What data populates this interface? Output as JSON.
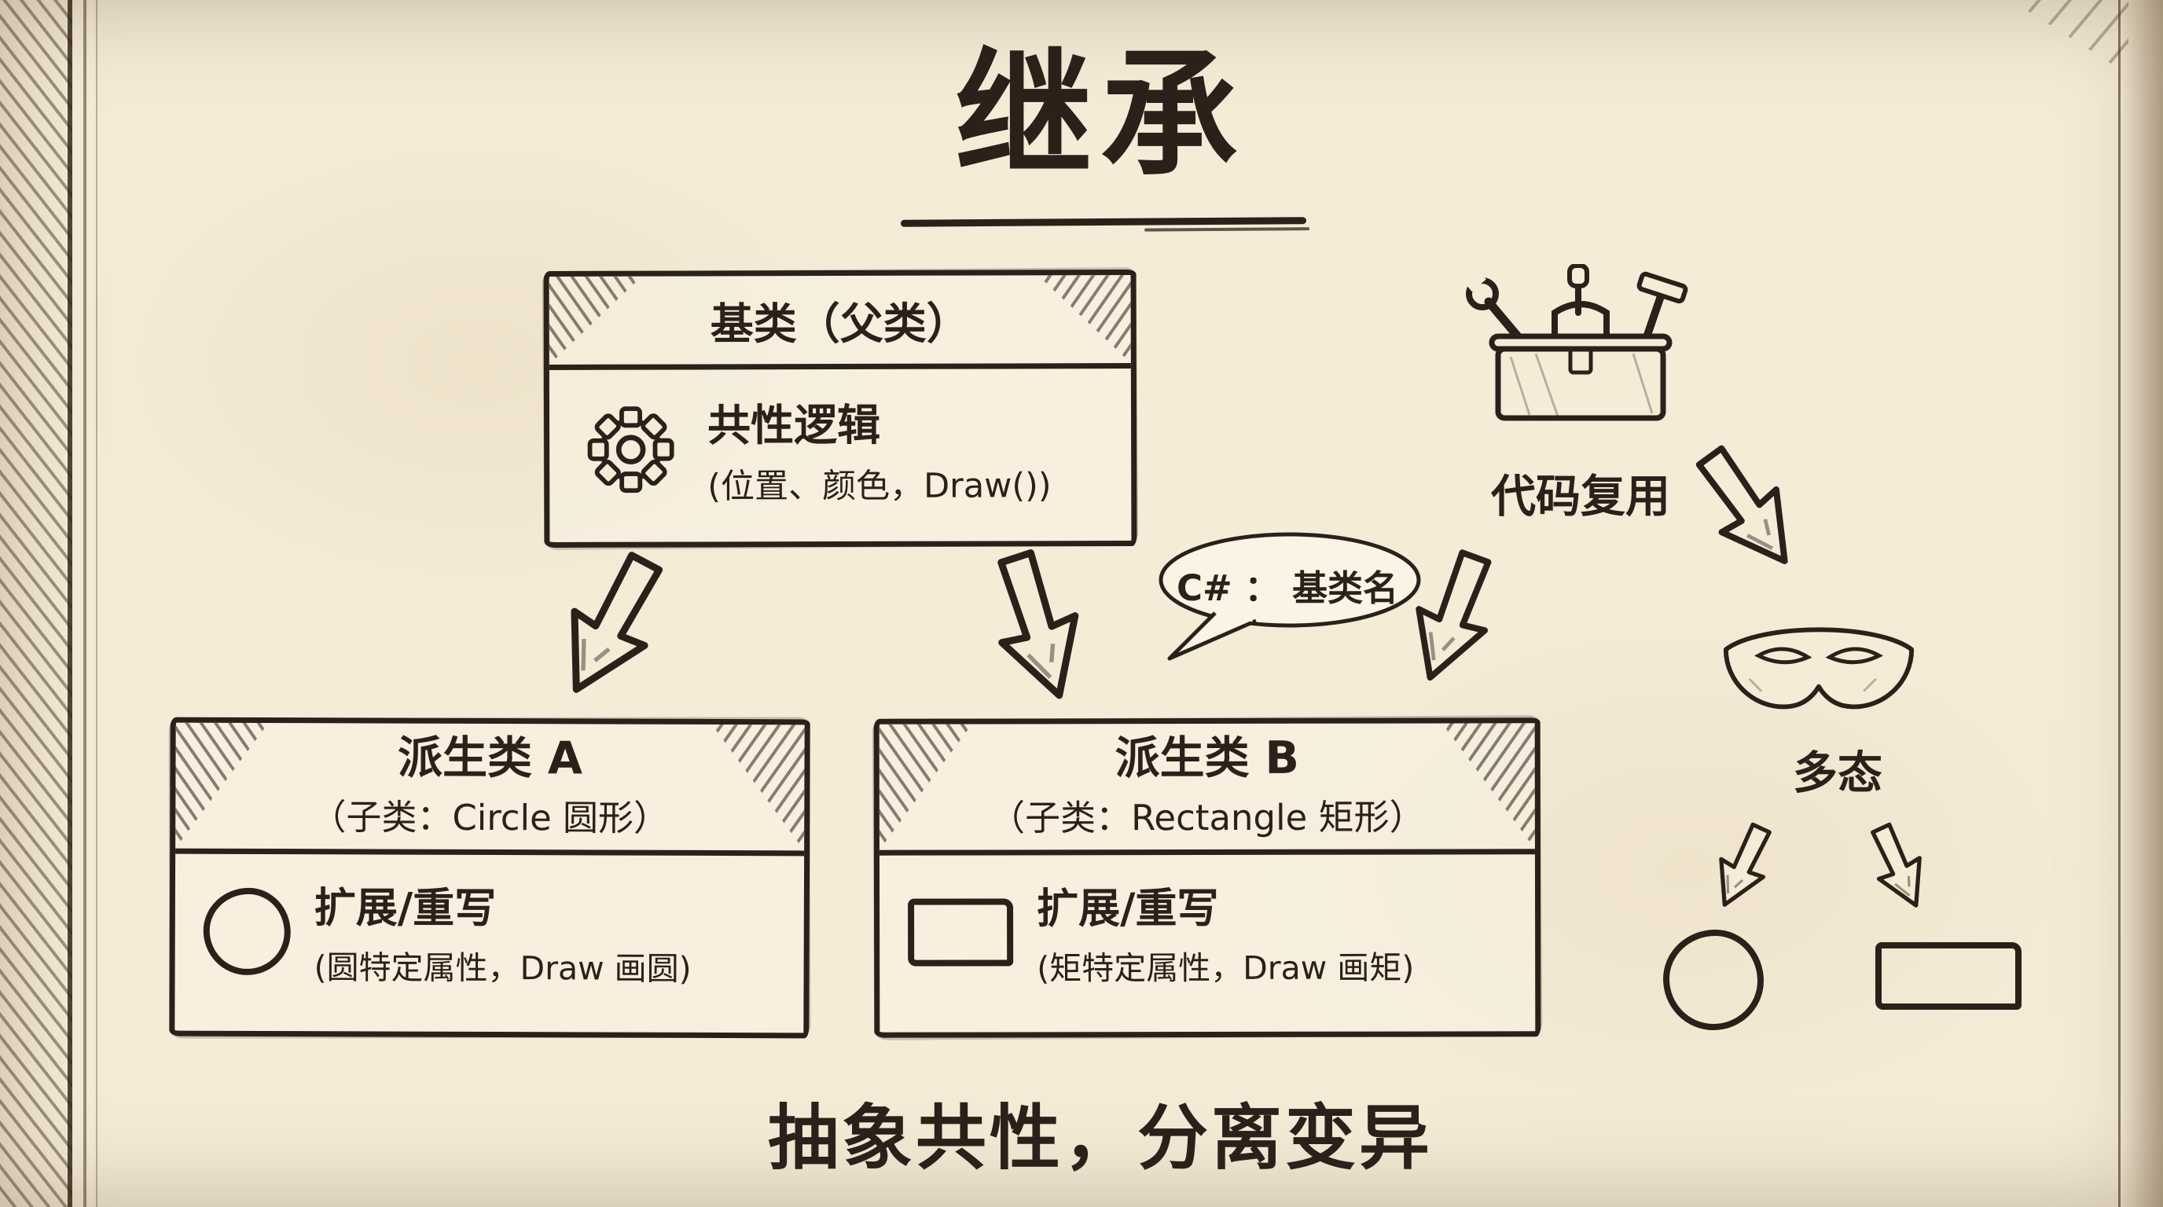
{
  "colors": {
    "paper": "#f5ecd8",
    "paper_light": "#faf4e4",
    "ink": "#2b211a"
  },
  "title": {
    "text": "继承"
  },
  "base_class_box": {
    "header": "基类（父类）",
    "feature_title": "共性逻辑",
    "feature_detail": "(位置、颜色，Draw())",
    "icon": "gear-icon"
  },
  "speech_bubble": {
    "text": "C# ： 基类名"
  },
  "code_reuse": {
    "label": "代码复用",
    "icon": "toolbox-icon"
  },
  "polymorphism": {
    "label": "多态",
    "icon": "mask-icon",
    "shapes": [
      "circle",
      "rectangle"
    ]
  },
  "derived_class_a": {
    "header": "派生类 A",
    "subheader": "（子类：Circle 圆形）",
    "feature_title": "扩展/重写",
    "feature_detail": "(圆特定属性，Draw 画圆)",
    "icon": "circle-icon"
  },
  "derived_class_b": {
    "header": "派生类 B",
    "subheader": "（子类：Rectangle 矩形）",
    "feature_title": "扩展/重写",
    "feature_detail": "(矩特定属性，Draw 画矩)",
    "icon": "rectangle-icon"
  },
  "slogan": {
    "text": "抽象共性，分离变异"
  }
}
